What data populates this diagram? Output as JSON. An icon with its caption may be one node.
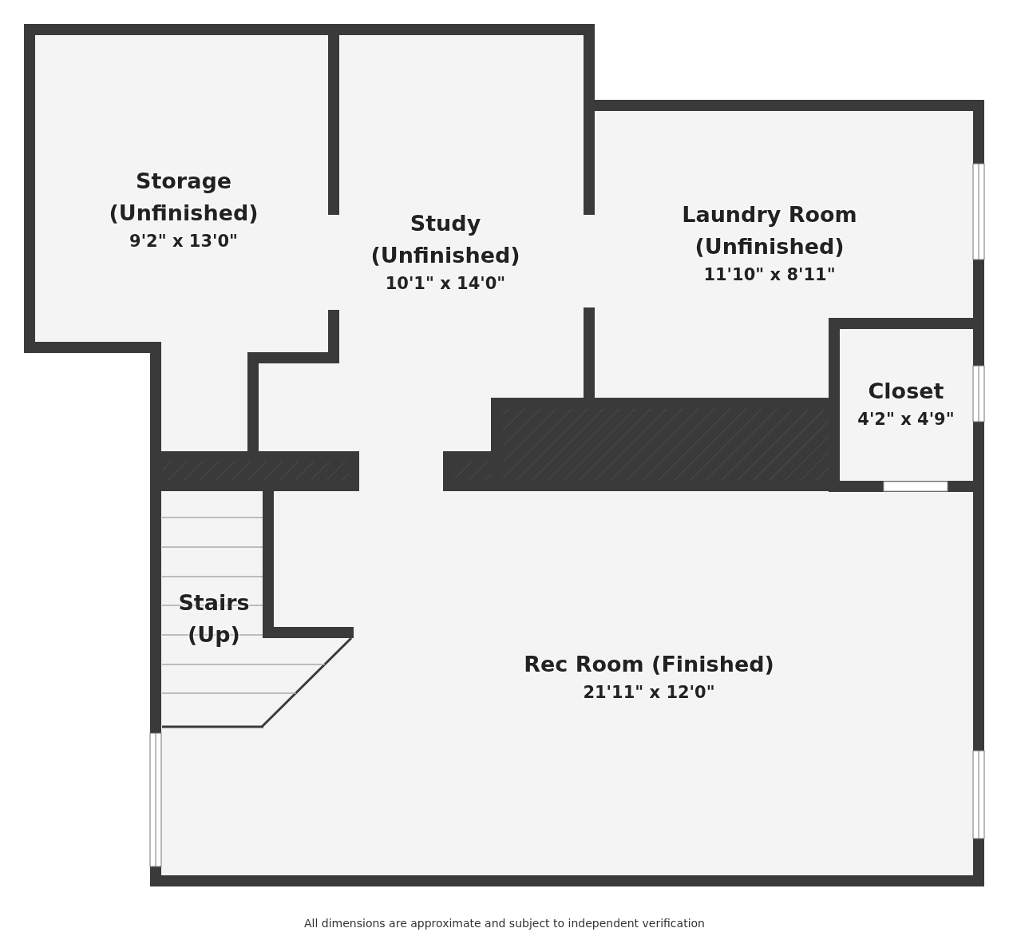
{
  "diagram": {
    "caption": "All dimensions are approximate and subject to independent verification",
    "nodes": [
      {
        "text": [
          "Storage (Unfinished)",
          "9'2\" x 13'0\""
        ]
      },
      {
        "text": [
          "Study (Unfinished)",
          "10'1\" x 14'0\""
        ]
      },
      {
        "text": [
          "Laundry Room (Unfinished)",
          "11'10\" x 8'11\""
        ]
      },
      {
        "text": [
          "Closet",
          "4'2\" x 4'9\""
        ]
      },
      {
        "text": [
          "Stairs (Up)"
        ]
      },
      {
        "text": [
          "Rec Room (Finished)",
          "21'11\" x 12'0\""
        ]
      }
    ],
    "edges": []
  }
}
